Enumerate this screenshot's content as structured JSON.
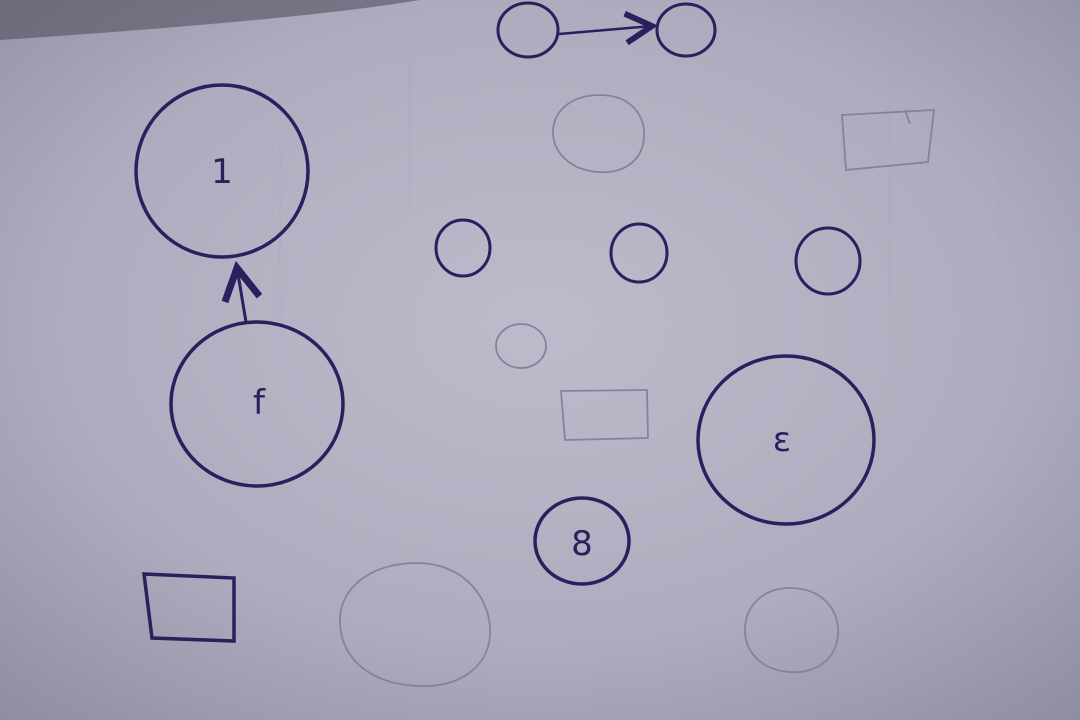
{
  "diagram": {
    "ink_color": "#2b1f5e",
    "pencil_color": "#8a8797",
    "paper_color": "#b4b2c2",
    "nodes": [
      {
        "id": "node-1",
        "label": "1",
        "shape": "circle",
        "style": "ink"
      },
      {
        "id": "node-f",
        "label": "f",
        "shape": "circle",
        "style": "ink"
      },
      {
        "id": "node-3",
        "label": "ε",
        "shape": "circle",
        "style": "ink"
      },
      {
        "id": "node-8",
        "label": "8",
        "shape": "circle",
        "style": "ink"
      }
    ],
    "edges": [
      {
        "from": "node-f",
        "to": "node-1",
        "directed": true
      }
    ],
    "legend_example": {
      "from_shape": "circle",
      "to_shape": "circle",
      "directed": true
    }
  }
}
